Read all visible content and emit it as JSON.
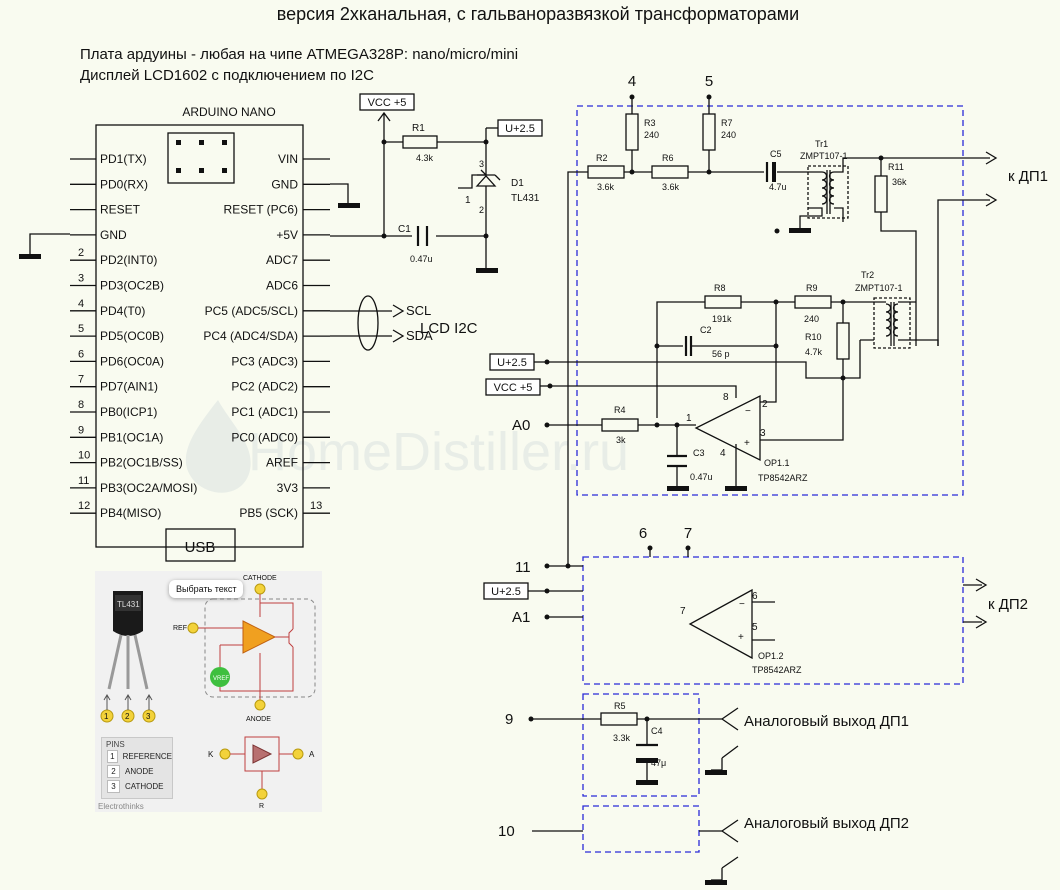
{
  "title": "версия 2хканальная, с гальваноразвязкой трансформаторами",
  "notes": [
    "Плата ардуины - любая на чипе ATMEGA328P: nano/micro/mini",
    "Дисплей LCD1602 с подключением по I2C"
  ],
  "watermark": "HomeDistiller.ru",
  "arduino": {
    "label": "ARDUINO NANO",
    "usb": "USB",
    "left_pins": [
      {
        "num": "",
        "name": "PD1(TX)"
      },
      {
        "num": "",
        "name": "PD0(RX)"
      },
      {
        "num": "",
        "name": "RESET"
      },
      {
        "num": "",
        "name": "GND"
      },
      {
        "num": "2",
        "name": "PD2(INT0)"
      },
      {
        "num": "3",
        "name": "PD3(OC2B)"
      },
      {
        "num": "4",
        "name": "PD4(T0)"
      },
      {
        "num": "5",
        "name": "PD5(OC0B)"
      },
      {
        "num": "6",
        "name": "PD6(OC0A)"
      },
      {
        "num": "7",
        "name": "PD7(AIN1)"
      },
      {
        "num": "8",
        "name": "PB0(ICP1)"
      },
      {
        "num": "9",
        "name": "PB1(OC1A)"
      },
      {
        "num": "10",
        "name": "PB2(OC1B/SS)"
      },
      {
        "num": "11",
        "name": "PB3(OC2A/MOSI)"
      },
      {
        "num": "12",
        "name": "PB4(MISO)"
      }
    ],
    "right_pins": [
      {
        "num": "",
        "name": "VIN"
      },
      {
        "num": "",
        "name": "GND"
      },
      {
        "num": "",
        "name": "RESET (PC6)"
      },
      {
        "num": "",
        "name": "+5V"
      },
      {
        "num": "",
        "name": "ADC7"
      },
      {
        "num": "",
        "name": "ADC6"
      },
      {
        "num": "",
        "name": "PC5 (ADC5/SCL)"
      },
      {
        "num": "",
        "name": "PC4 (ADC4/SDA)"
      },
      {
        "num": "",
        "name": "PC3 (ADC3)"
      },
      {
        "num": "",
        "name": "PC2 (ADC2)"
      },
      {
        "num": "",
        "name": "PC1 (ADC1)"
      },
      {
        "num": "",
        "name": "PC0 (ADC0)"
      },
      {
        "num": "",
        "name": "AREF"
      },
      {
        "num": "",
        "name": "3V3"
      },
      {
        "num": "13",
        "name": "PB5 (SCK)"
      }
    ]
  },
  "i2c": {
    "scl": "SCL",
    "sda": "SDA",
    "lcd": "LCD I2C"
  },
  "power": {
    "vcc_tag": "VCC +5",
    "u25_tag": "U+2.5"
  },
  "components": {
    "r1": {
      "ref": "R1",
      "val": "4.3k"
    },
    "d1": {
      "ref": "D1",
      "val": "TL431"
    },
    "c1": {
      "ref": "C1",
      "val": "0.47u"
    },
    "r2": {
      "ref": "R2",
      "val": "3.6k"
    },
    "r3": {
      "ref": "R3",
      "val": "240"
    },
    "r6": {
      "ref": "R6",
      "val": "3.6k"
    },
    "r7": {
      "ref": "R7",
      "val": "240"
    },
    "c5": {
      "ref": "C5",
      "val": "4.7u"
    },
    "tr1": {
      "ref": "Tr1",
      "val": "ZMPT107-1"
    },
    "r11": {
      "ref": "R11",
      "val": "36k"
    },
    "r8": {
      "ref": "R8",
      "val": "191k"
    },
    "r9": {
      "ref": "R9",
      "val": "240"
    },
    "tr2": {
      "ref": "Tr2",
      "val": "ZMPT107-1"
    },
    "c2": {
      "ref": "C2",
      "val": "56 p"
    },
    "r10": {
      "ref": "R10",
      "val": "4.7k"
    },
    "r4": {
      "ref": "R4",
      "val": "3k"
    },
    "c3": {
      "ref": "C3",
      "val": "0.47u"
    },
    "op11": {
      "ref": "OP1.1",
      "val": "TP8542ARZ"
    },
    "op12": {
      "ref": "OP1.2",
      "val": "TP8542ARZ"
    },
    "r5": {
      "ref": "R5",
      "val": "3.3k"
    },
    "c4": {
      "ref": "C4",
      "val": "47μ"
    }
  },
  "pins_marks": {
    "d1_1": "1",
    "d1_2": "2",
    "d1_3": "3",
    "op11_1": "1",
    "op11_2": "2",
    "op11_3": "3",
    "op11_4": "4",
    "op11_8": "8",
    "op12_5": "5",
    "op12_6": "6",
    "op12_7": "7"
  },
  "nets": {
    "n4": "4",
    "n5": "5",
    "n6": "6",
    "n7": "7",
    "n9": "9",
    "n10": "10",
    "n11": "11",
    "a0": "A0",
    "a1": "A1",
    "dp1": "к ДП1",
    "dp2": "к ДП2",
    "aout1": "Аналоговый выход ДП1",
    "aout2": "Аналоговый выход ДП2"
  },
  "tl431_ref": {
    "tooltip": "Выбрать текст",
    "part": "TL431",
    "cathode": "CATHODE",
    "anode": "ANODE",
    "ref": "REF",
    "vref": "VREF",
    "pins_title": "PINS",
    "pins": [
      {
        "num": "1",
        "name": "REFERENCE"
      },
      {
        "num": "2",
        "name": "ANODE"
      },
      {
        "num": "3",
        "name": "CATHODE"
      }
    ],
    "k": "K",
    "a": "A",
    "r": "R",
    "n1": "1",
    "n2": "2",
    "n3": "3",
    "credit": "Electrothinks"
  }
}
